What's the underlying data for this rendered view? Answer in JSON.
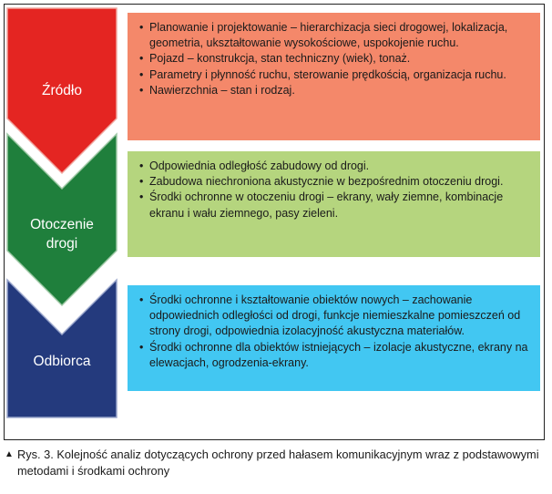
{
  "stages": [
    {
      "label": "Źródło",
      "color": "#e42522",
      "box_color": "#f4886a",
      "items": [
        "Planowanie i projektowanie – hierarchizacja sieci drogowej, lokalizacja, geometria, ukształtowanie wysokościowe, uspokojenie ruchu.",
        "Pojazd – konstrukcja, stan techniczny (wiek), tonaż.",
        "Parametry i płynność ruchu, sterowanie prędkością, organizacja ruchu.",
        "Nawierzchnia – stan i rodzaj."
      ]
    },
    {
      "label_line1": "Otoczenie",
      "label_line2": "drogi",
      "color": "#1f7f3c",
      "box_color": "#b5d57e",
      "items": [
        "Odpowiednia odległość zabudowy od drogi.",
        "Zabudowa niechroniona akustycznie w bezpośrednim otoczeniu drogi.",
        "Środki ochronne w otoczeniu drogi – ekrany, wały ziemne, kombinacje ekranu i wału ziemnego, pasy zieleni."
      ]
    },
    {
      "label": "Odbiorca",
      "color": "#243a7d",
      "box_color": "#42c7f2",
      "items": [
        "Środki ochronne i kształtowanie obiektów nowych – zachowanie odpowiednich odległości od drogi, funkcje niemieszkalne pomieszczeń od strony drogi, odpowiednia izolacyjność akustyczna materiałów.",
        "Środki ochronne dla obiektów istniejących – izolacje akustyczne, ekrany na elewacjach, ogrodzenia-ekrany."
      ]
    }
  ],
  "caption": {
    "marker": "▲",
    "text": "Rys. 3. Kolejność analiz dotyczących ochrony przed hałasem komunikacyjnym wraz z podstawowymi metodami i środkami ochrony"
  }
}
